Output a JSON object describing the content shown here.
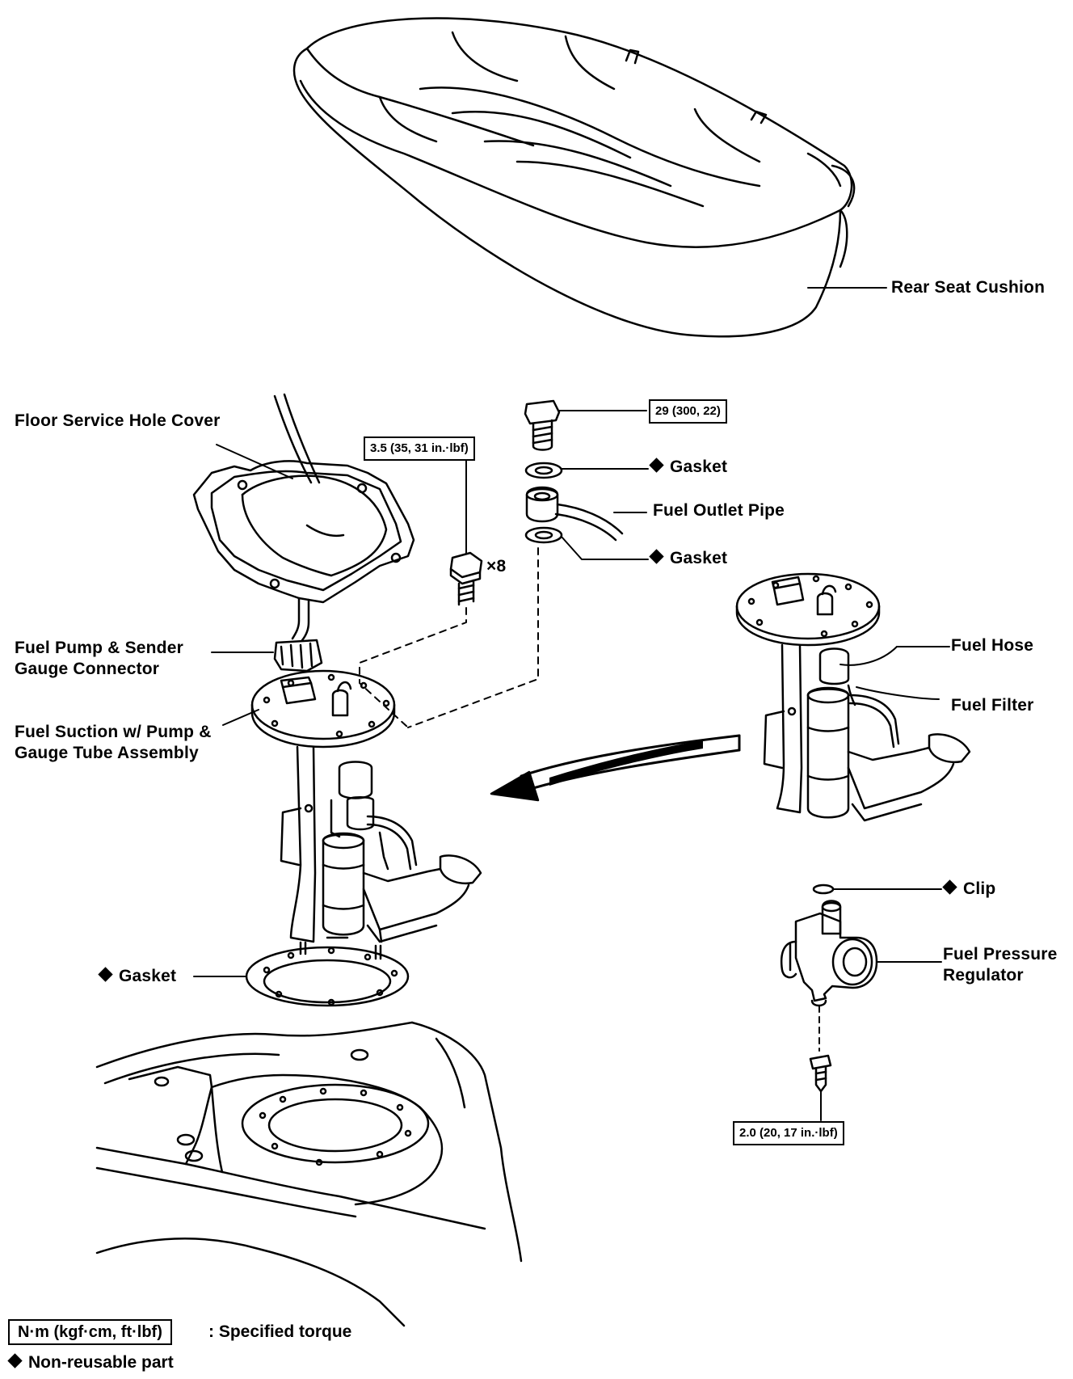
{
  "labels": {
    "rear_seat_cushion": "Rear Seat Cushion",
    "floor_service_hole_cover": "Floor Service Hole Cover",
    "gasket_top": "Gasket",
    "fuel_outlet_pipe": "Fuel Outlet Pipe",
    "gasket_mid": "Gasket",
    "fuel_pump_connector_line1": "Fuel Pump & Sender",
    "fuel_pump_connector_line2": "Gauge Connector",
    "fuel_suction_line1": "Fuel Suction w/ Pump &",
    "fuel_suction_line2": "Gauge Tube Assembly",
    "fuel_hose": "Fuel Hose",
    "fuel_filter": "Fuel Filter",
    "clip": "Clip",
    "fuel_pressure_regulator_line1": "Fuel Pressure",
    "fuel_pressure_regulator_line2": "Regulator",
    "gasket_bottom": "Gasket",
    "bolt_quantity": "×8"
  },
  "torques": {
    "outlet_bolt": "29 (300, 22)",
    "cover_bolt": "3.5 (35, 31 in.·lbf)",
    "regulator_screw": "2.0 (20, 17 in.·lbf)"
  },
  "legend": {
    "torque_box": "N·m (kgf·cm, ft·lbf)",
    "torque_desc": ": Specified torque",
    "non_reusable": "Non-reusable part"
  }
}
